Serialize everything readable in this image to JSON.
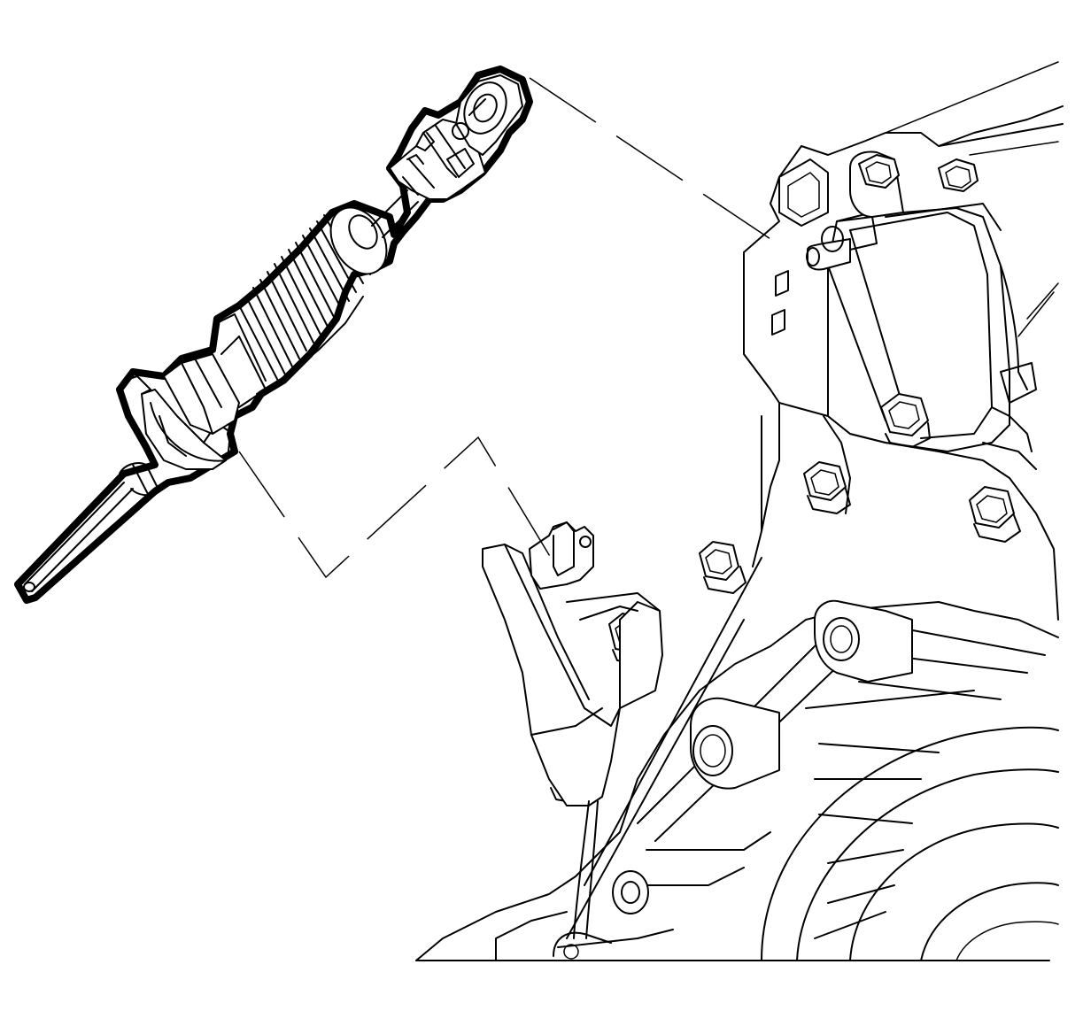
{
  "figure": {
    "style": "line-art",
    "stroke_color": "#000000",
    "background_color": "#ffffff",
    "components": [
      "shift-cable",
      "cable-end-fitting",
      "cable-boot",
      "cable-retaining-clip",
      "mounting-bracket",
      "shift-lever",
      "bolt",
      "transmission-housing"
    ]
  }
}
